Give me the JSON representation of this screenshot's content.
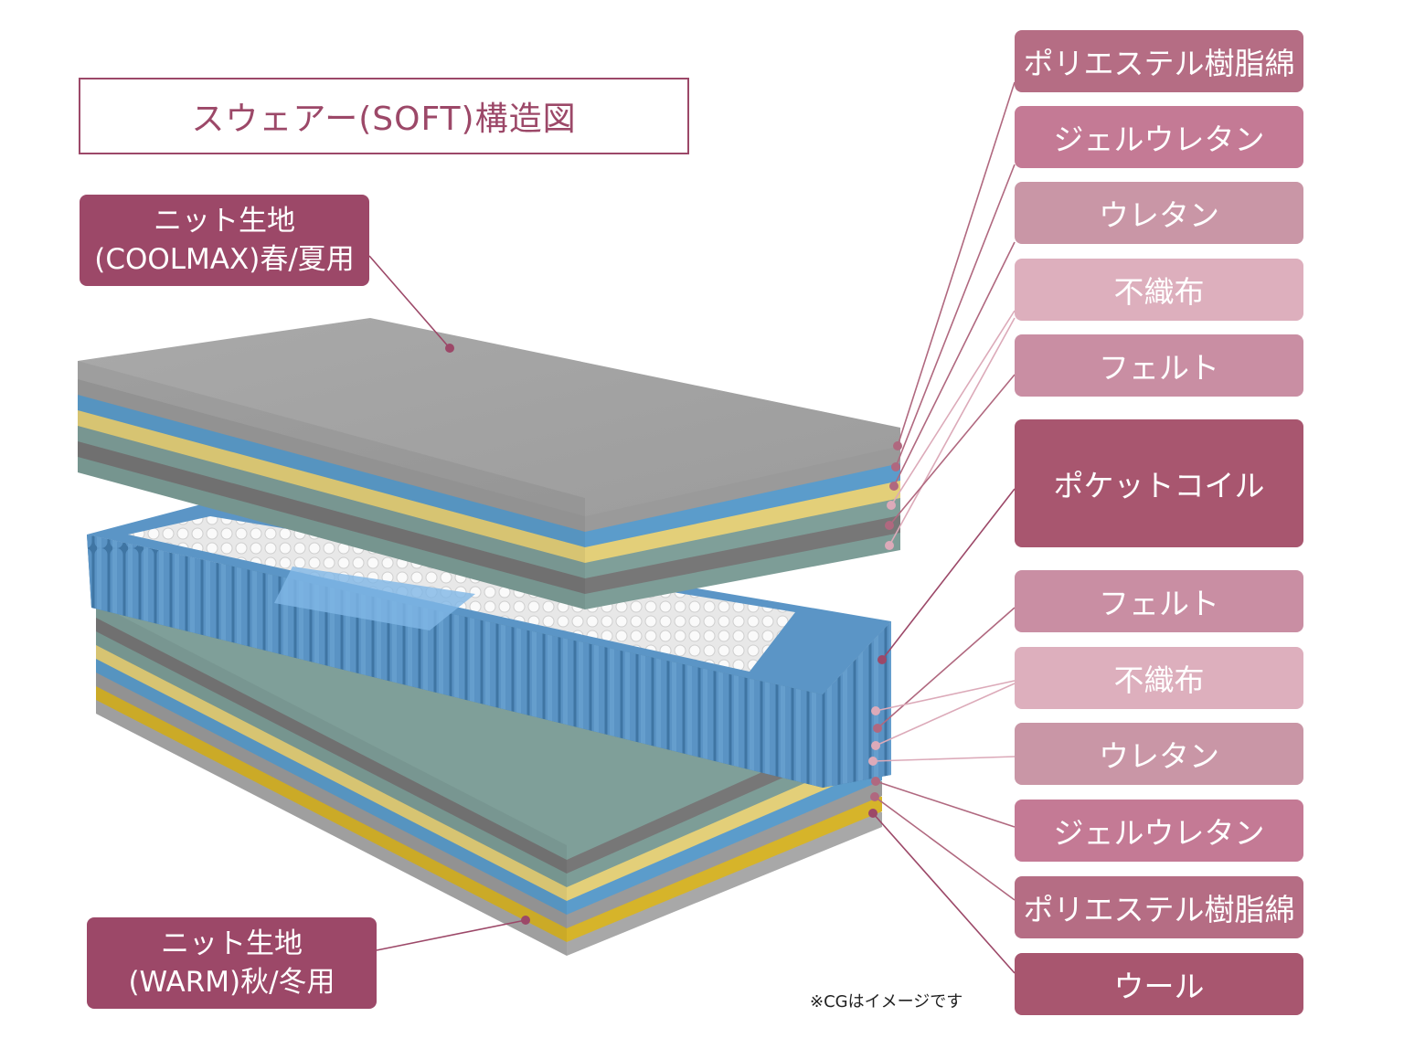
{
  "title": "スウェアー(SOFT)構造図",
  "top_knit": {
    "line1": "ニット生地",
    "line2": "(COOLMAX)春/夏用"
  },
  "bottom_knit": {
    "line1": "ニット生地",
    "line2": "(WARM)秋/冬用"
  },
  "upper_layers": [
    {
      "label": "ポリエステル樹脂綿",
      "color": "#b56d84"
    },
    {
      "label": "ジェルウレタン",
      "color": "#c47a95"
    },
    {
      "label": "ウレタン",
      "color": "#c996a6"
    },
    {
      "label": "不織布",
      "color": "#ddafbd"
    },
    {
      "label": "フェルト",
      "color": "#c98ea3"
    }
  ],
  "core": {
    "label": "ポケットコイル",
    "color": "#a8566f"
  },
  "lower_layers": [
    {
      "label": "フェルト",
      "color": "#c98ea3"
    },
    {
      "label": "不織布",
      "color": "#ddafbd"
    },
    {
      "label": "ウレタン",
      "color": "#c996a6"
    },
    {
      "label": "ジェルウレタン",
      "color": "#c47a95"
    },
    {
      "label": "ポリエステル樹脂綿",
      "color": "#b56d84"
    },
    {
      "label": "ウール",
      "color": "#a8566f"
    }
  ],
  "note": "※CGはイメージです",
  "colors": {
    "accent": "#9c4868",
    "leader": "#b0687f"
  }
}
